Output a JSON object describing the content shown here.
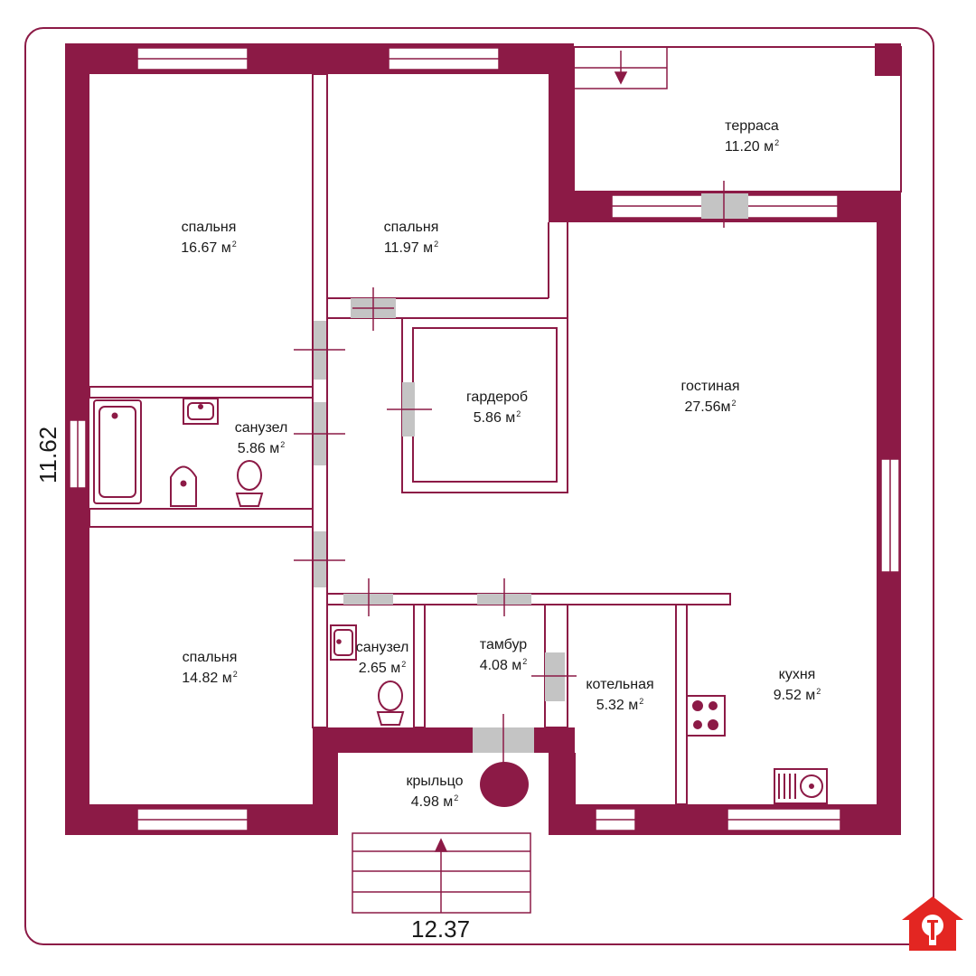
{
  "colors": {
    "wall": "#8c1a46",
    "door": "#c4c4c4",
    "fixture": "#8c1a46",
    "logo": "#e32622"
  },
  "dimensions": {
    "width": "12.37",
    "height": "11.62"
  },
  "rooms": {
    "bedroom_top_left": {
      "name": "спальня",
      "area": "16.67 м"
    },
    "bedroom_top_mid": {
      "name": "спальня",
      "area": "11.97 м"
    },
    "terrace": {
      "name": "терраса",
      "area": "11.20 м"
    },
    "bathroom_left": {
      "name": "санузел",
      "area": "5.86 м"
    },
    "wardrobe": {
      "name": "гардероб",
      "area": "5.86 м"
    },
    "living": {
      "name": "гостиная",
      "area": "27.56м"
    },
    "bedroom_bottom": {
      "name": "спальня",
      "area": "14.82 м"
    },
    "bathroom_small": {
      "name": "санузел",
      "area": "2.65 м"
    },
    "vestibule": {
      "name": "тамбур",
      "area": "4.08 м"
    },
    "boiler": {
      "name": "котельная",
      "area": "5.32 м"
    },
    "kitchen": {
      "name": "кухня",
      "area": "9.52 м"
    },
    "porch": {
      "name": "крыльцо",
      "area": "4.98 м"
    }
  },
  "area_unit_exponent": "2",
  "logo": {
    "icon": "house-key-icon"
  }
}
